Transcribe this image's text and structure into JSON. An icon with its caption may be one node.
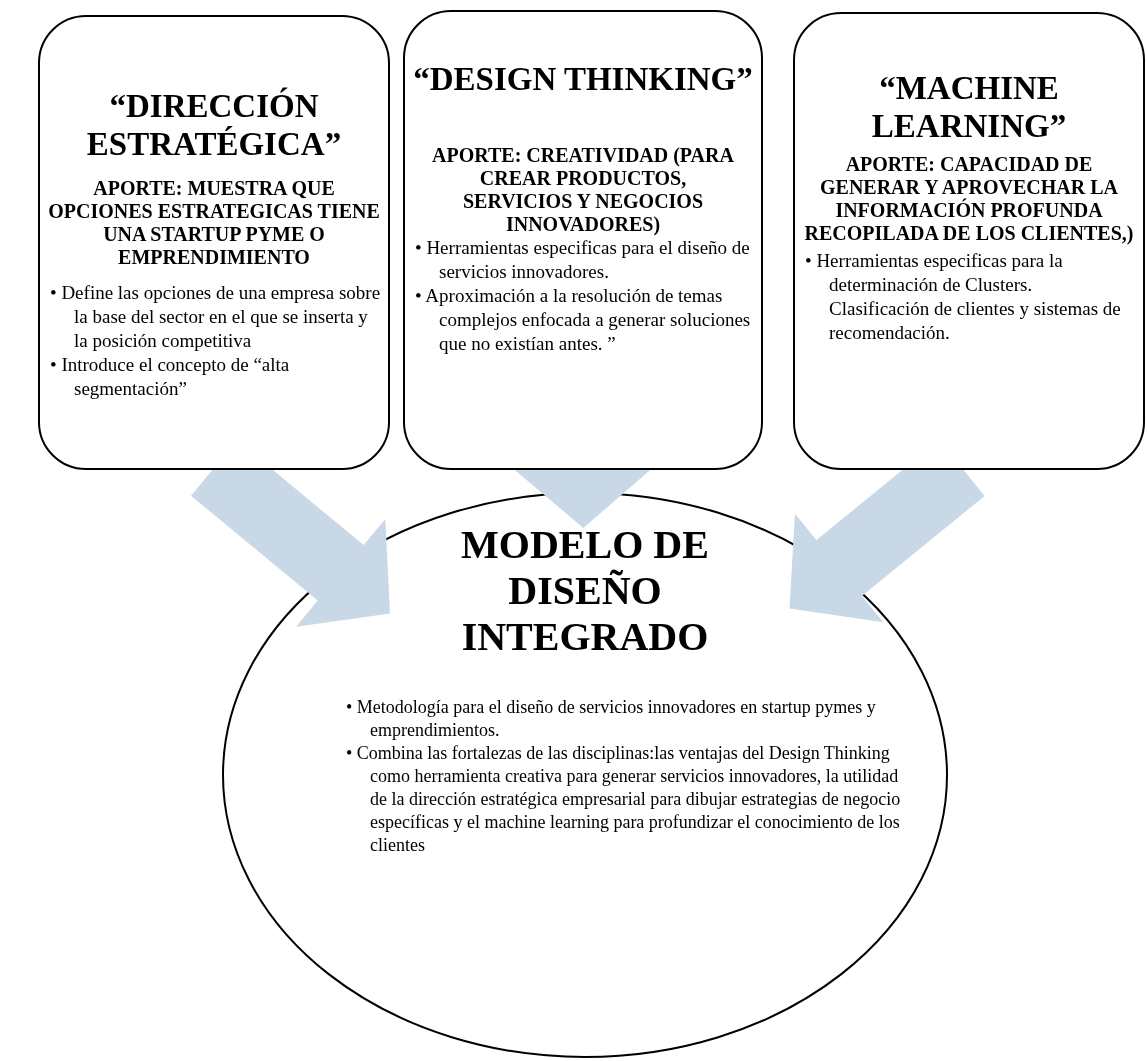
{
  "diagram": {
    "nodes": [
      {
        "text": [
          "“DIRECCIÓN ESTRATÉGICA”",
          "APORTE: MUESTRA QUE OPCIONES ESTRATEGICAS TIENE UNA STARTUP PYME O EMPRENDIMIENTO",
          "• Define las opciones de una empresa sobre la base del sector en el que se inserta  y la posición competitiva",
          "• Introduce el concepto de “alta segmentación”"
        ]
      },
      {
        "text": [
          "“DESIGN THINKING”",
          "APORTE: CREATIVIDAD (PARA CREAR PRODUCTOS, SERVICIOS Y NEGOCIOS INNOVADORES)",
          "• Herramientas especificas para el diseño de servicios innovadores.",
          "• Aproximación  a la resolución de temas complejos enfocada a generar soluciones que no existían antes. ”"
        ]
      },
      {
        "text": [
          "“MACHINE LEARNING”",
          "APORTE: CAPACIDAD DE GENERAR Y APROVECHAR LA INFORMACIÓN PROFUNDA RECOPILADA DE LOS CLIENTES,)",
          "• Herramientas especificas para la determinación de Clusters. Clasificación de clientes y sistemas de recomendación."
        ]
      },
      {
        "text": [
          "MODELO DE DISEÑO INTEGRADO",
          "• Metodología para el diseño de servicios innovadores en  startup pymes y emprendimientos.",
          "• Combina las fortalezas de las disciplinas:las ventajas del Design Thinking como herramienta creativa para generar servicios innovadores, la utilidad de la dirección estratégica empresarial para dibujar estrategias de negocio específicas y el machine learning para profundizar el conocimiento de los clientes"
        ]
      }
    ],
    "edges": [
      {
        "from": 0,
        "to": 3,
        "arrow": "to",
        "style": "thick"
      },
      {
        "from": 1,
        "to": 3,
        "arrow": "to",
        "style": "thick"
      },
      {
        "from": 2,
        "to": 3,
        "arrow": "to",
        "style": "thick"
      }
    ]
  }
}
